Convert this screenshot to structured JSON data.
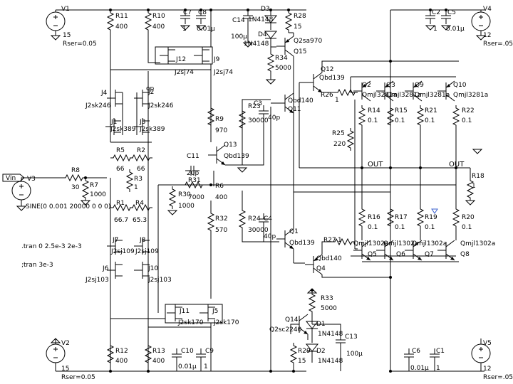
{
  "labels": {
    "V1": "V1",
    "V1_val": "15",
    "V1_rser": "Rser=0.05",
    "V2": "V2",
    "V2_val": "15",
    "V2_rser": "Rser=0.05",
    "V4": "V4",
    "V4_val": "12",
    "V4_rser": "Rser=.05",
    "V5": "V5",
    "V5_val": "12",
    "V5_rser": "Rser=.05",
    "V3": "V3",
    "Vin": "Vin",
    "sine": "SINE(0 0.001 20000 0 0 0)",
    "tran": ".tran 0 2.5e-3 2e-3",
    "tran2": ";tran 3e-3",
    "R11": "R11",
    "R11_val": "400",
    "R10": "R10",
    "R10_val": "400",
    "R12": "R12",
    "R12_val": "400",
    "R13": "R13",
    "R13_val": "400",
    "C7": "C7",
    "C7_val": "1",
    "C8": "C8",
    "C8_val": "0.01µ",
    "C10": "C10",
    "C10_val": "0.01µ",
    "C9": "C9",
    "C9_val": "1",
    "C14": "C14",
    "C14_val": "100µ",
    "D3": "D3",
    "D3_val": "1N4148",
    "D4": "D4",
    "D4_val": "1N4148",
    "R28": "R28",
    "R28_val": "15",
    "Q2sa970": "Q2sa970",
    "Q15": "Q15",
    "R34": "R34",
    "R34_val": "5000",
    "J12": "J12",
    "J12_val": "J2sj74",
    "J9": "J9",
    "J9_val": "J2sj74",
    "op": "op",
    "J4": "J4",
    "J4_val": "J2sk246",
    "J2": "J2",
    "J2_val": "J2sk246",
    "J1": "J1",
    "J1_val": "J2sk389",
    "J3": "J3",
    "J3_val": "J2sk389",
    "R5": "R5",
    "R5_val": "66",
    "R2": "R2",
    "R2_val": "66",
    "R3": "R3",
    "R3_val": "1",
    "R1": "R1",
    "R1_val": "66.7",
    "R4": "R4",
    "R4_val": "65.3",
    "J7": "J7",
    "J7_val": "J2sj109",
    "J8": "J8",
    "J8_val": "J2sj109",
    "J6": "J6",
    "J6_val": "J2sj103",
    "J10": "J10",
    "J10_val": "J2sj103",
    "J11": "J11",
    "J11_val": "J2sk170",
    "J5": "J5",
    "J5_val": "J2sk170",
    "R8": "R8",
    "R8_val": "30",
    "R7": "R7",
    "R7_val": "1000",
    "C11": "C11",
    "C11_val": "20p",
    "R31": "R31",
    "R31_val": "7000",
    "R30": "R30",
    "R30_val": "1000",
    "R6": "R6",
    "R6_val": "400",
    "R9": "R9",
    "R9_val": "970",
    "Q13": "Q13",
    "Q13_val": "Qbd139",
    "R32": "R32",
    "R32_val": "570",
    "R23": "R23",
    "R23_val": "30000",
    "C3": "C3",
    "C3_val": "40p",
    "R24": "R24",
    "R24_val": "30000",
    "C4": "C4",
    "C4_val": "40p",
    "Q12": "Q12",
    "Q12_val": "Qbd139",
    "R26": "R26",
    "R26_val": "1",
    "Q11": "Q11",
    "Q11_val": "Qbd140",
    "Q1": "Q1",
    "Q1_val": "Qbd139",
    "R27": "R27",
    "R27_val": "1",
    "Q4": "Q4",
    "Q4_val": "Qbd140",
    "R33": "R33",
    "R33_val": "5000",
    "Q14": "Q14",
    "Q14_val": "Q2sc2240",
    "D1": "D1",
    "D1_val": "1N4148",
    "D2": "D2",
    "D2_val": "1N4148",
    "C13": "C13",
    "C13_val": "100µ",
    "R29": "R29",
    "R29_val": "15",
    "Q2": "Q2",
    "Q3": "Q3",
    "Q9": "Q9",
    "Q10": "Q10",
    "Qup": "Qmjl3281a",
    "Q5": "Q5",
    "Q6": "Q6",
    "Q7": "Q7",
    "Q8": "Q8",
    "Qdn": "Qmjl1302a",
    "R14": "R14",
    "R15": "R15",
    "R21": "R21",
    "R22": "R22",
    "R16": "R16",
    "R17": "R17",
    "R19": "R19",
    "R20": "R20",
    "R_01": "0.1",
    "R25": "R25",
    "R25_val": "220",
    "OUT": "OUT",
    "R18": "R18",
    "R18_val": "1",
    "C2": "C2",
    "C2_val": "1",
    "C5": "C5",
    "C5_val": "0.01µ",
    "C6": "C6",
    "C6_val": "0.01µ",
    "C1": "C1",
    "C1_val": "1"
  }
}
